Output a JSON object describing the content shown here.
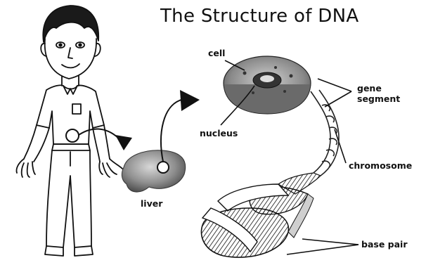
{
  "title": "The Structure of DNA",
  "labels": {
    "cell": "cell",
    "nucleus": "nucleus",
    "liver": "liver",
    "gene_segment_line1": "gene",
    "gene_segment_line2": "segment",
    "chromosome": "chromosome",
    "base_pair": "base pair"
  },
  "colors": {
    "ink": "#111111",
    "shade": "#777777",
    "light_shade": "#bbbbbb"
  }
}
